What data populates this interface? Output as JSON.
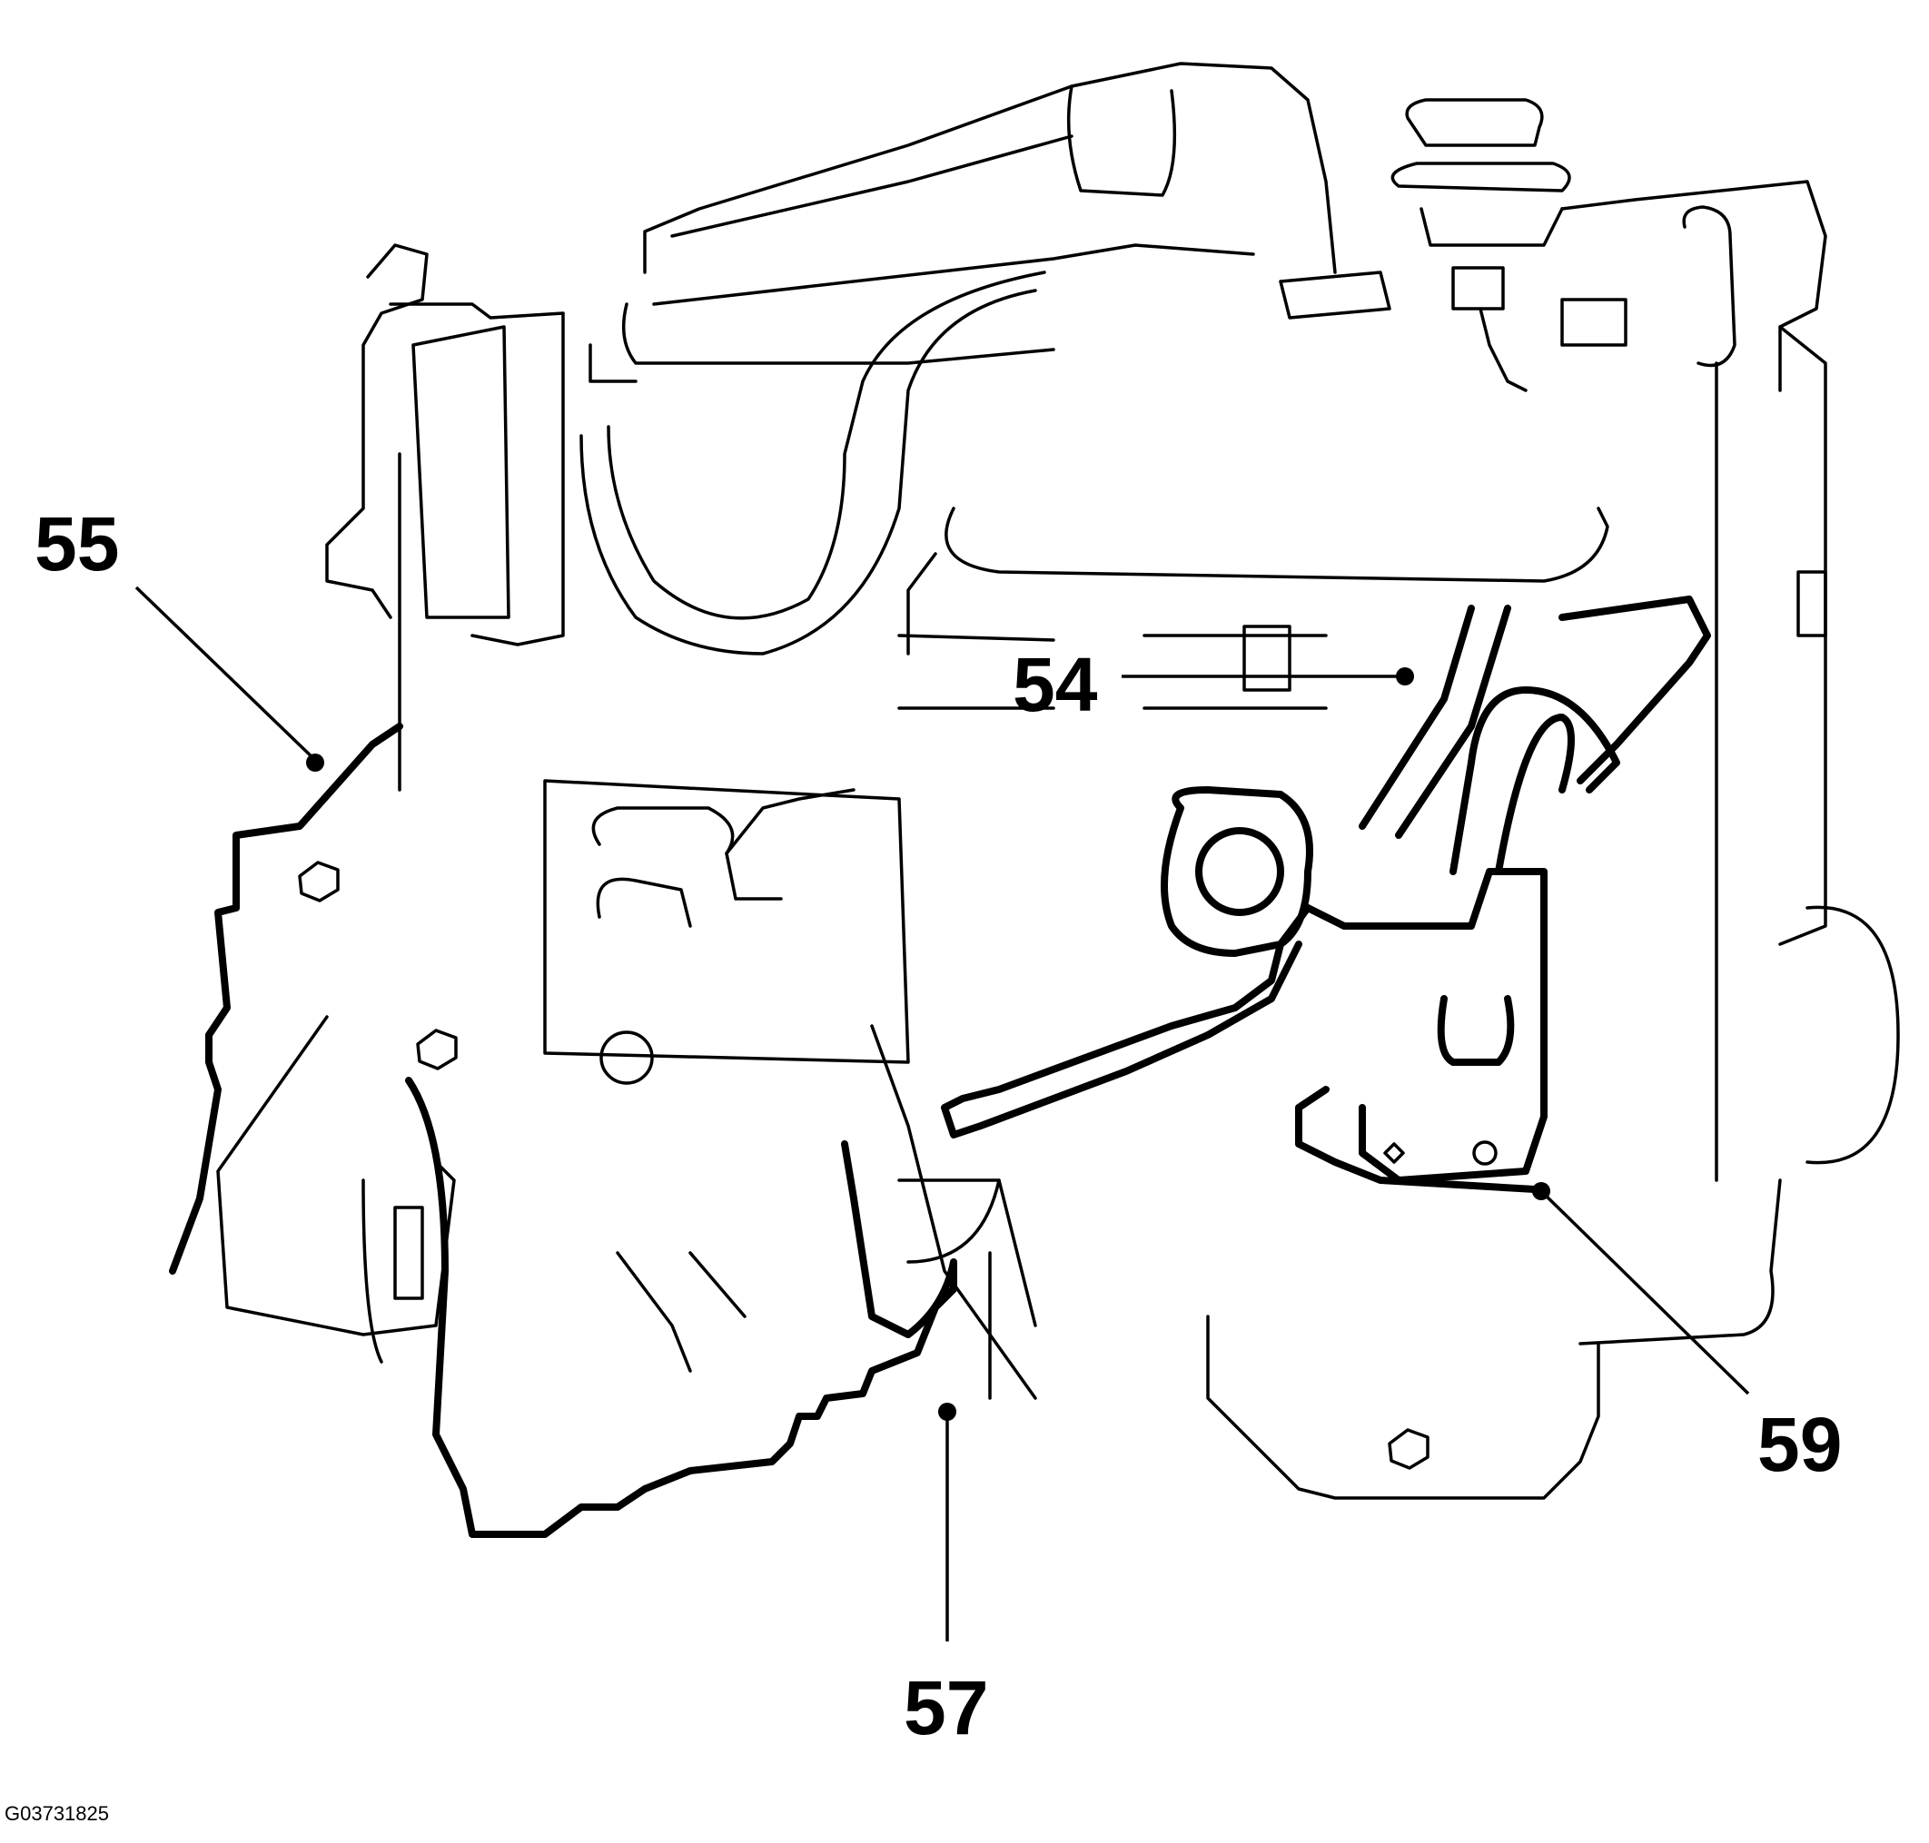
{
  "figure_id": "G03731825",
  "callouts": [
    {
      "id": "c55",
      "label": "55"
    },
    {
      "id": "c54",
      "label": "54"
    },
    {
      "id": "c57",
      "label": "57"
    },
    {
      "id": "c59",
      "label": "59"
    }
  ]
}
